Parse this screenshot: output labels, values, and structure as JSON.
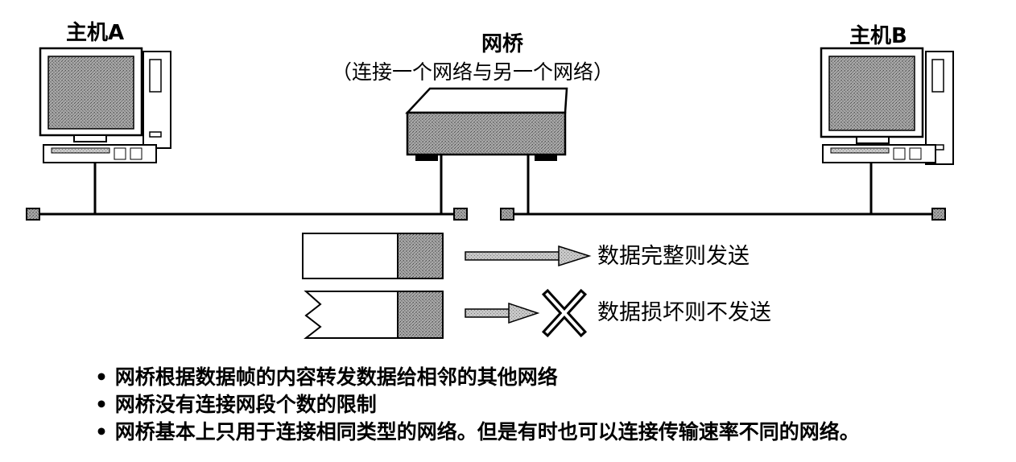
{
  "hosts": {
    "a_label": "主机A",
    "b_label": "主机B"
  },
  "bridge": {
    "title": "网桥",
    "subtitle": "（连接一个网络与另一个网络）"
  },
  "frames": {
    "complete_label": "数据完整则发送",
    "damaged_label": "数据损坏则不发送"
  },
  "notes": [
    "网桥根据数据帧的内容转发数据给相邻的其他网络",
    "网桥没有连接网段个数的限制",
    "网桥基本上只用于连接相同类型的网络。但是有时也可以连接传输速率不同的网络。"
  ],
  "colors": {
    "line": "#000000",
    "screen_fill": "#9a9a9a",
    "shade_fill": "#8c8c8c",
    "frame_fill": "#ffffff"
  }
}
